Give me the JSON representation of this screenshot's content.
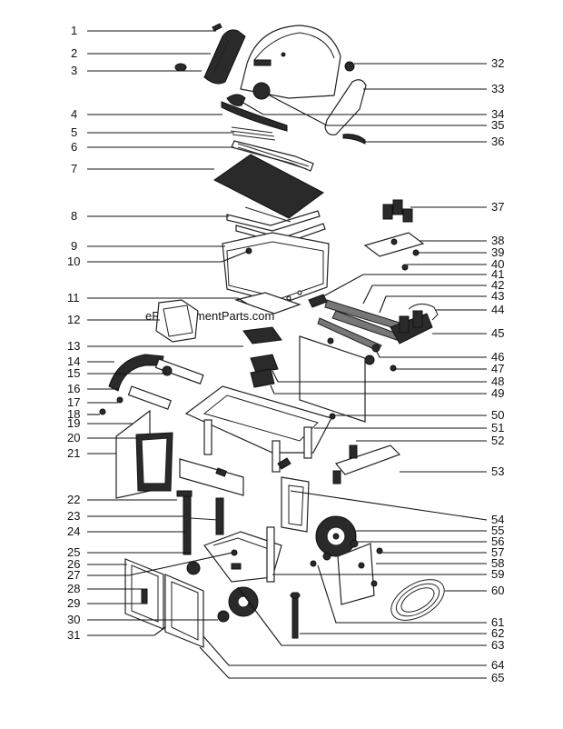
{
  "watermark": "eReplacementParts.com",
  "left_labels": [
    "1",
    "2",
    "3",
    "4",
    "5",
    "6",
    "7",
    "8",
    "9",
    "10",
    "11",
    "12",
    "13",
    "14",
    "15",
    "16",
    "17",
    "18",
    "19",
    "20",
    "21",
    "22",
    "23",
    "24",
    "25",
    "26",
    "27",
    "28",
    "29",
    "30",
    "31"
  ],
  "right_labels": [
    "32",
    "33",
    "34",
    "35",
    "36",
    "37",
    "38",
    "39",
    "40",
    "41",
    "42",
    "43",
    "44",
    "45",
    "46",
    "47",
    "48",
    "49",
    "50",
    "51",
    "52",
    "53",
    "54",
    "55",
    "56",
    "57",
    "58",
    "59",
    "60",
    "61",
    "62",
    "63",
    "64",
    "65"
  ]
}
